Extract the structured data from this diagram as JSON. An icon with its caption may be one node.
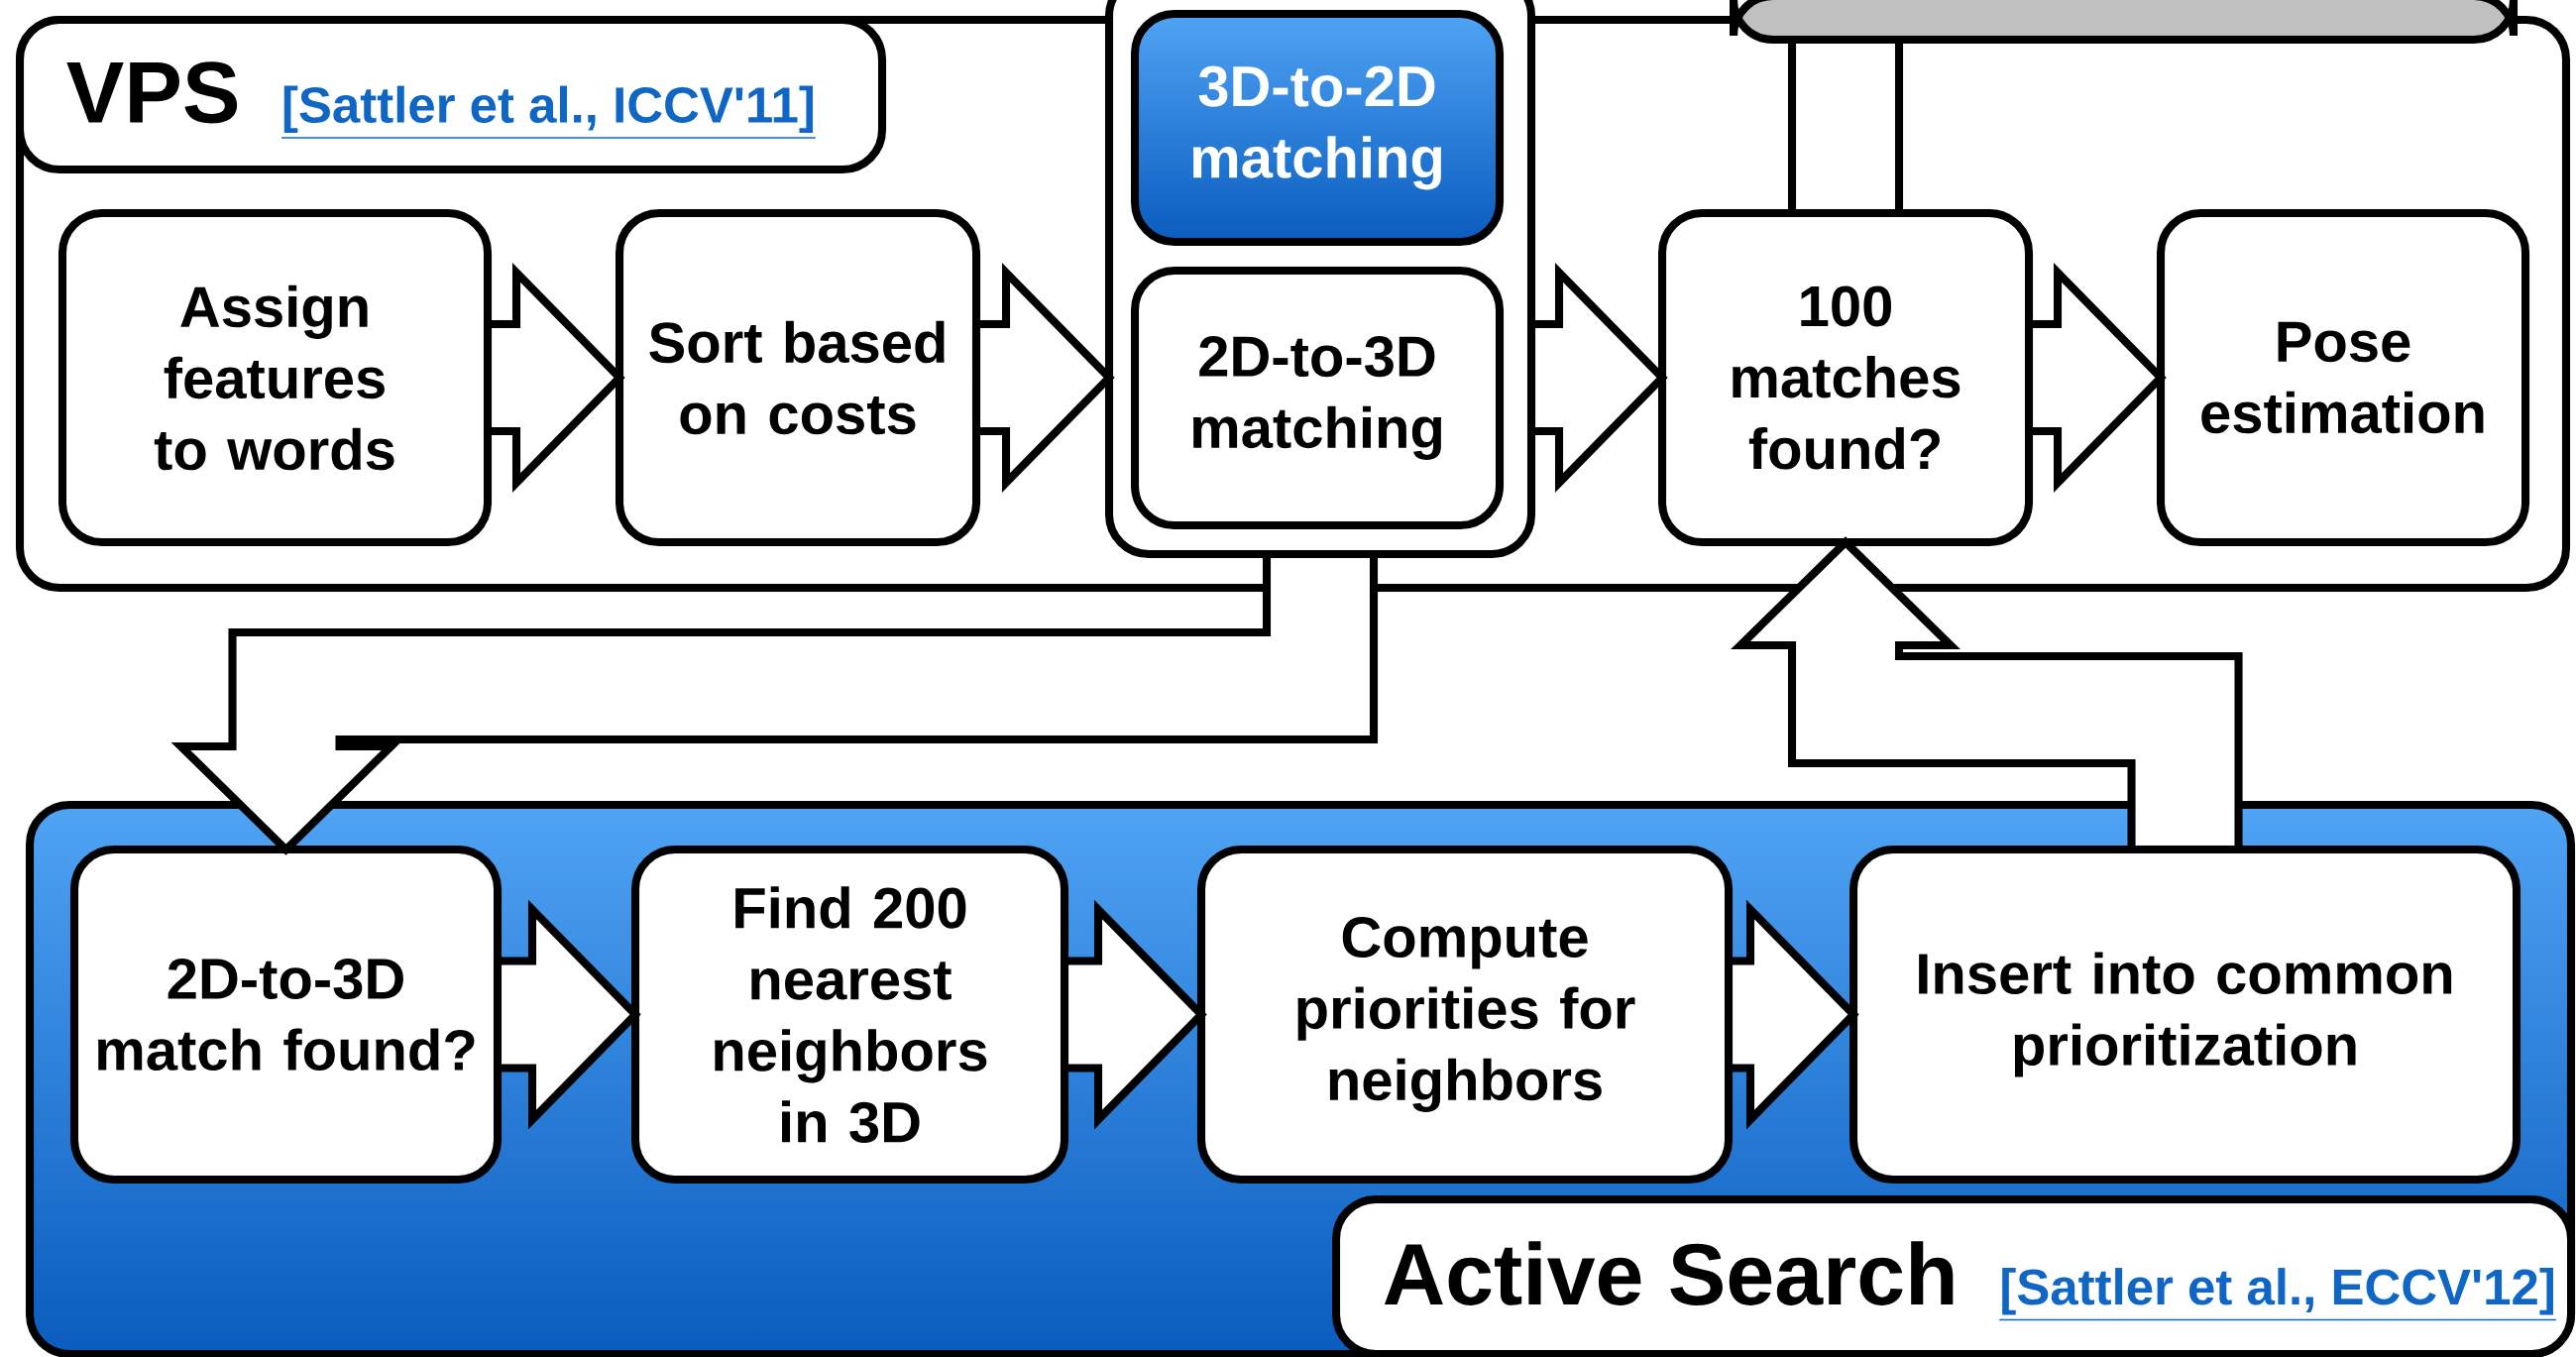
{
  "diagram": {
    "nodes": [
      {
        "text": [
          "VPS",
          "[Sattler et al., ICCV'11]"
        ]
      },
      {
        "text": [
          "Assign features to words"
        ],
        "in": 0
      },
      {
        "text": [
          "Sort based on costs"
        ],
        "in": 0
      },
      {
        "text": [],
        "shape": "box"
      },
      {
        "text": [
          "3D-to-2D matching"
        ],
        "in": 3
      },
      {
        "text": [
          "2D-to-3D matching"
        ],
        "in": 3
      },
      {
        "text": [
          "100 matches found?"
        ],
        "in": 0
      },
      {
        "text": [
          "Pose estimation"
        ],
        "in": 0
      },
      {
        "text": [],
        "shape": "box"
      },
      {
        "text": [
          "Active Search",
          "[Sattler et al., ECCV'12]"
        ]
      },
      {
        "text": [
          "2D-to-3D match found?"
        ],
        "in": 9
      },
      {
        "text": [
          "Find 200 nearest neighbors in 3D"
        ],
        "in": 9
      },
      {
        "text": [
          "Compute priorities for neighbors"
        ],
        "in": 9
      },
      {
        "text": [
          "Insert into common prioritization"
        ],
        "in": 9
      }
    ],
    "edges": [
      {
        "from": 1,
        "to": 2,
        "arrow": "to"
      },
      {
        "from": 2,
        "to": 3,
        "arrow": "to"
      },
      {
        "from": 3,
        "to": 6,
        "arrow": "to"
      },
      {
        "from": 6,
        "to": 7,
        "arrow": "to"
      },
      {
        "from": 6,
        "to": 8,
        "arrow": "none"
      },
      {
        "from": 3,
        "to": 10,
        "arrow": "to"
      },
      {
        "from": 10,
        "to": 11,
        "arrow": "to"
      },
      {
        "from": 11,
        "to": 12,
        "arrow": "to"
      },
      {
        "from": 12,
        "to": 13,
        "arrow": "to"
      },
      {
        "from": 13,
        "to": 6,
        "arrow": "to"
      }
    ]
  }
}
